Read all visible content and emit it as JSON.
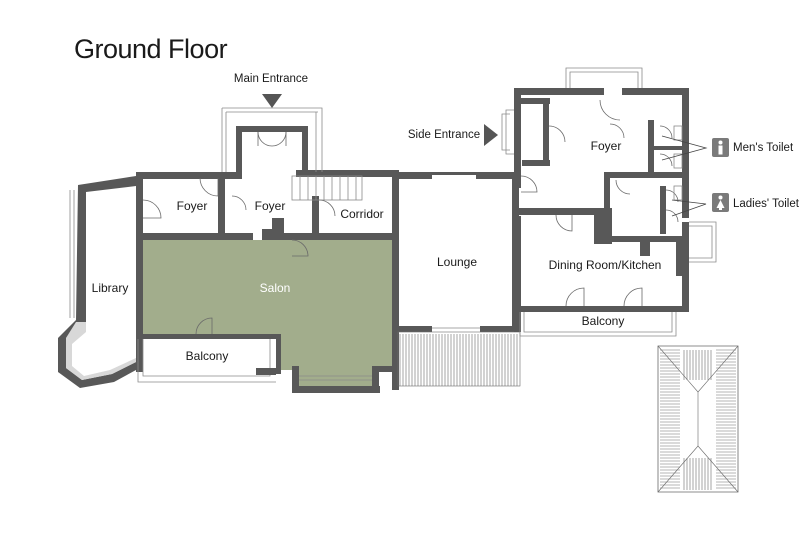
{
  "title": "Ground Floor",
  "entrances": {
    "main": "Main Entrance",
    "side": "Side Entrance"
  },
  "rooms": {
    "library": "Library",
    "foyer_left": "Foyer",
    "foyer_center": "Foyer",
    "corridor": "Corridor",
    "salon": "Salon",
    "balcony_left": "Balcony",
    "lounge": "Lounge",
    "foyer_right": "Foyer",
    "dining": "Dining Room/Kitchen",
    "balcony_right": "Balcony"
  },
  "toilets": {
    "men": "Men's Toilet",
    "ladies": "Ladies' Toilet"
  },
  "icons": {
    "men": "man-icon",
    "ladies": "woman-icon",
    "entrance": "entrance-arrow-icon"
  },
  "colors": {
    "salon_fill": "#a2ad8c",
    "wall": "#585858",
    "toilet_icon": "#7a7a7a"
  }
}
